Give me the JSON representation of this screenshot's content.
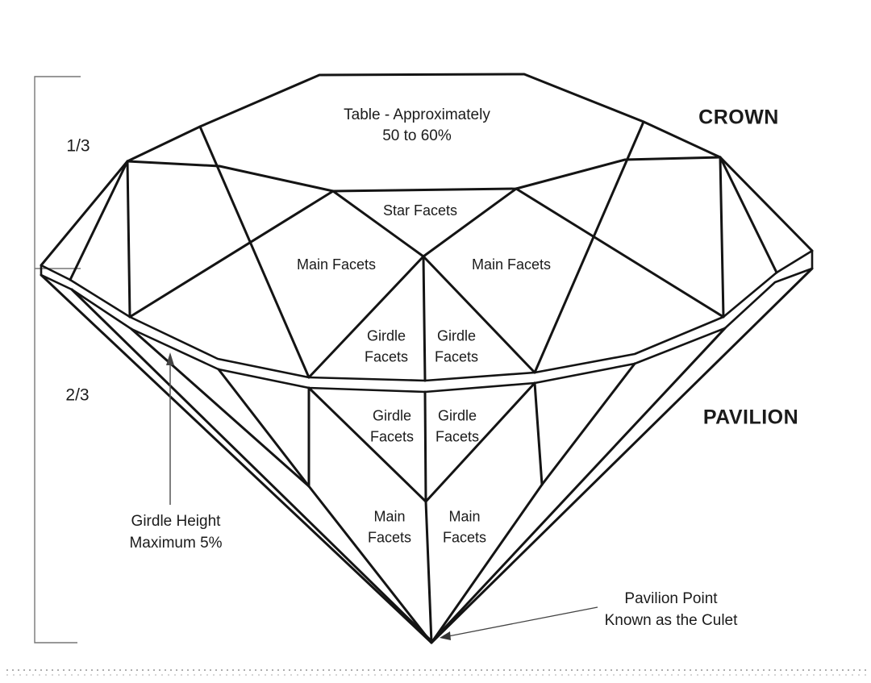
{
  "diagram": {
    "subject": "round-brilliant-diamond-profile-anatomy",
    "colors": {
      "paper": "#ffffff",
      "ink": "#141414",
      "annotation_gray": "#666666",
      "text": "#1b1b1b"
    },
    "region_labels": {
      "crown": "CROWN",
      "pavilion": "PAVILION"
    },
    "proportions": {
      "crown_fraction": "1/3",
      "pavilion_fraction": "2/3"
    },
    "facet_labels": {
      "table": "Table - Approximately\n50 to 60%",
      "star_facets": "Star Facets",
      "crown_main_facets_left": "Main Facets",
      "crown_main_facets_right": "Main Facets",
      "crown_girdle_facets_left": "Girdle\nFacets",
      "crown_girdle_facets_right": "Girdle\nFacets",
      "pavilion_girdle_facets_left": "Girdle\nFacets",
      "pavilion_girdle_facets_right": "Girdle\nFacets",
      "pavilion_main_facets_left": "Main\nFacets",
      "pavilion_main_facets_right": "Main\nFacets"
    },
    "annotations": {
      "girdle_height_note": "Girdle Height\nMaximum 5%",
      "culet_note": "Pavilion Point\nKnown as the Culet"
    }
  }
}
